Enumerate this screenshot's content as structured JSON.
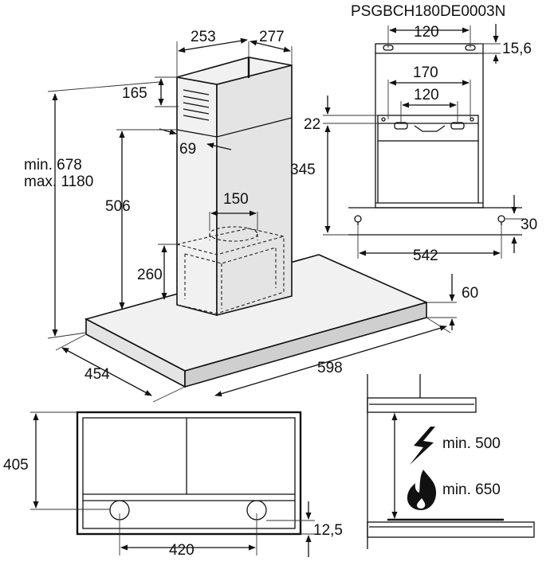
{
  "model_code": "PSGBCH180DE0003N",
  "main_view": {
    "chimney_width": "253",
    "chimney_depth": "277",
    "vent_height": "165",
    "vent_offset": "69",
    "height_range": [
      "min. 678",
      "max. 1180"
    ],
    "chimney_height": "506",
    "outlet_diameter": "150",
    "motor_height": "260",
    "hood_thickness": "60",
    "hood_depth": "454",
    "hood_width": "598"
  },
  "bracket_view": {
    "top_spacing": "120",
    "top_offset": "15,6",
    "wide_spacing": "170",
    "mid_spacing": "120",
    "bracket_height": "22",
    "bracket_to_hood": "345",
    "screw_height": "30",
    "screw_spacing": "542"
  },
  "bottom_view": {
    "depth": "405",
    "light_spacing": "420",
    "light_offset": "12,5"
  },
  "clearance": {
    "electric": "min. 500",
    "gas": "min. 650"
  }
}
